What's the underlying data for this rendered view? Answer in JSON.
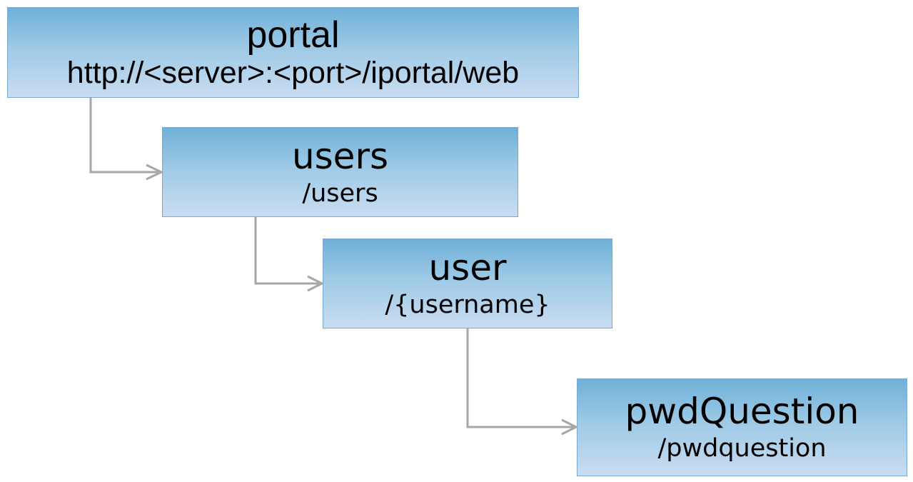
{
  "diagram": {
    "nodes": [
      {
        "id": "portal",
        "title": "portal",
        "path": "http://<server>:<port>/iportal/web"
      },
      {
        "id": "users",
        "title": "users",
        "path": "/users"
      },
      {
        "id": "user",
        "title": "user",
        "path": "/{username}"
      },
      {
        "id": "pwdquestion",
        "title": "pwdQuestion",
        "path": "/pwdquestion"
      }
    ],
    "edges": [
      {
        "from": "portal",
        "to": "users"
      },
      {
        "from": "users",
        "to": "user"
      },
      {
        "from": "user",
        "to": "pwdquestion"
      }
    ],
    "colors": {
      "node_top": "#6fb0d8",
      "node_bottom": "#c9dcf1",
      "node_border": "#79a9d1",
      "connector": "#a6a6a6"
    }
  }
}
